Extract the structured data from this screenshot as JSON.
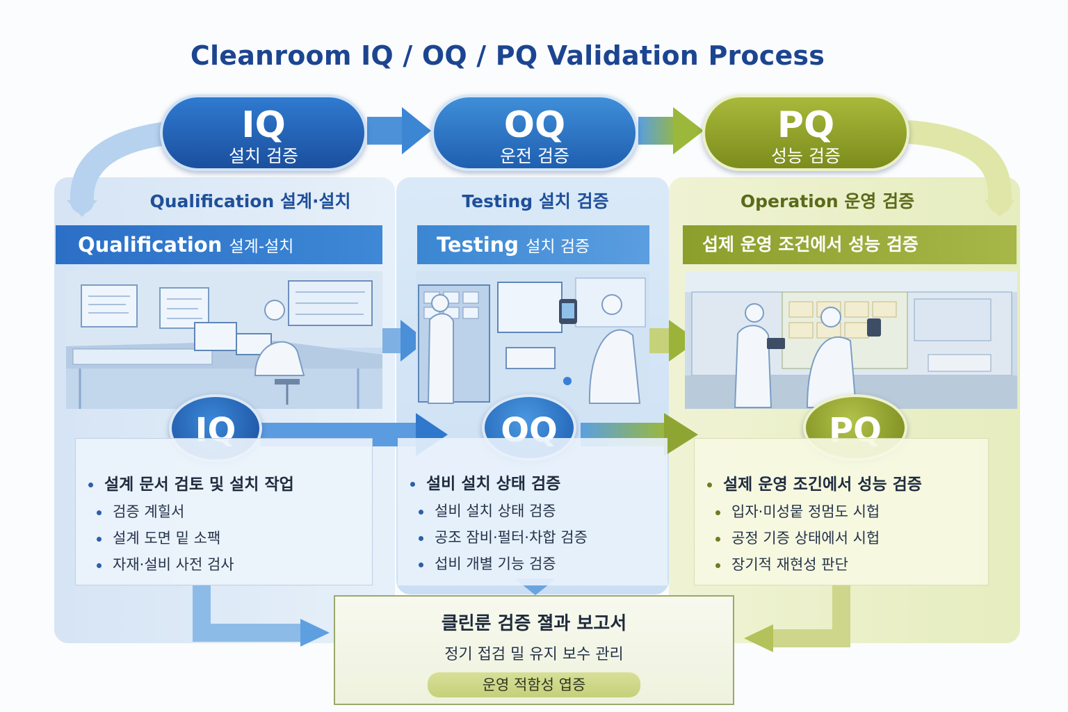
{
  "title": "Cleanroom IQ / OQ / PQ Validation Process",
  "stages": {
    "iq": {
      "code": "IQ",
      "name_kr": "설치 검증",
      "subtitle": "Qualification 설계·설치",
      "banner_en": "Qualification",
      "banner_kr": "설계-설치",
      "circle": "IQ",
      "head": "설계 문서 검토 및 설치 작업",
      "items": [
        "검증 계힐서",
        "설계 도면 밑 소팩",
        "자재·설비 사전 검사"
      ]
    },
    "oq": {
      "code": "OQ",
      "name_kr": "운전 검증",
      "subtitle": "Testing 설치 검증",
      "banner_en": "Testing",
      "banner_kr": "설치 검증",
      "circle": "OQ",
      "head": "설비 설치 상태 검증",
      "items": [
        "설비 설치 상태 검증",
        "공조 잠비·펄터·차합 검증",
        "섭비 개별 기능 검증"
      ]
    },
    "pq": {
      "code": "PQ",
      "name_kr": "성능 검증",
      "subtitle": "Operation 운영 검증",
      "banner": "섭제 운영 조건에서 성능 검증",
      "circle": "PQ",
      "head": "설제 운영 조긴에서 성능 검증",
      "items": [
        "입자·미성뭍 정멈도 시헙",
        "공정 기증 상태에서 시헙",
        "장기적 재현성 판단"
      ]
    }
  },
  "report": {
    "title": "클린룬 검증 졀과 보고서",
    "subtitle": "정기 접검 밀 유지 보수 관리",
    "badge": "운영 적함성 엽증"
  },
  "colors": {
    "iq": "#1f5fb0",
    "oq": "#2a74c8",
    "pq": "#8a9a2a",
    "title": "#1c4591"
  }
}
